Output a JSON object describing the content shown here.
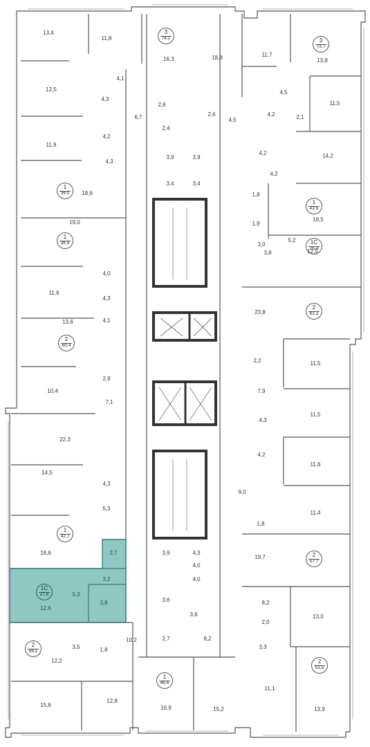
{
  "plan": {
    "highlight_color": "#8fc7c2",
    "apartments": [
      {
        "name": "apt-3-top-left",
        "rooms": "3",
        "area": "74,1"
      },
      {
        "name": "apt-3-top-right",
        "rooms": "3",
        "area": "73,7"
      },
      {
        "name": "apt-1-left-a",
        "rooms": "1",
        "area": "39,0"
      },
      {
        "name": "apt-1-right-a",
        "rooms": "1",
        "area": "42,9"
      },
      {
        "name": "apt-1-left-b",
        "rooms": "1",
        "area": "38,9"
      },
      {
        "name": "apt-1c-right",
        "rooms": "1С",
        "area": "26,4"
      },
      {
        "name": "apt-2-left-a",
        "rooms": "2",
        "area": "60,4"
      },
      {
        "name": "apt-2-right-a",
        "rooms": "2",
        "area": "61,2"
      },
      {
        "name": "apt-1-left-c",
        "rooms": "1",
        "area": "42,7"
      },
      {
        "name": "apt-2-right-b",
        "rooms": "2",
        "area": "57,7"
      },
      {
        "name": "apt-1c-highlighted",
        "rooms": "1С",
        "area": "27,6"
      },
      {
        "name": "apt-2-left-b",
        "rooms": "2",
        "area": "56,1"
      },
      {
        "name": "apt-1-bottom",
        "rooms": "1",
        "area": "46,6"
      },
      {
        "name": "apt-2-right-c",
        "rooms": "2",
        "area": "51,5"
      }
    ],
    "room_areas": [
      "13,4",
      "11,8",
      "16,3",
      "18,8",
      "11,7",
      "13,8",
      "4,1",
      "12,5",
      "4,3",
      "2,6",
      "6,7",
      "2,6",
      "4,5",
      "4,5",
      "4,2",
      "2,1",
      "11,5",
      "4,2",
      "2,4",
      "11,9",
      "3,9",
      "3,9",
      "4,2",
      "14,2",
      "4,3",
      "4,2",
      "18,6",
      "3,4",
      "3,4",
      "1,8",
      "18,5",
      "1,9",
      "19,0",
      "3,0",
      "5,2",
      "12,5",
      "4,0",
      "3,8",
      "11,6",
      "4,3",
      "23,8",
      "4,1",
      "13,6",
      "2,2",
      "11,5",
      "2,9",
      "10,4",
      "7,9",
      "7,1",
      "11,5",
      "4,3",
      "22,3",
      "4,2",
      "11,6",
      "14,5",
      "4,3",
      "9,0",
      "5,3",
      "11,4",
      "1,8",
      "18,6",
      "2,7",
      "3,9",
      "4,3",
      "4,0",
      "4,0",
      "19,7",
      "3,2",
      "5,3",
      "3,8",
      "12,6",
      "3,6",
      "8,2",
      "3,6",
      "13,0",
      "2,0",
      "10,2",
      "2,7",
      "8,2",
      "3,3",
      "3,5",
      "1,8",
      "12,2",
      "15,6",
      "12,8",
      "16,9",
      "15,2",
      "11,1",
      "13,9"
    ]
  }
}
